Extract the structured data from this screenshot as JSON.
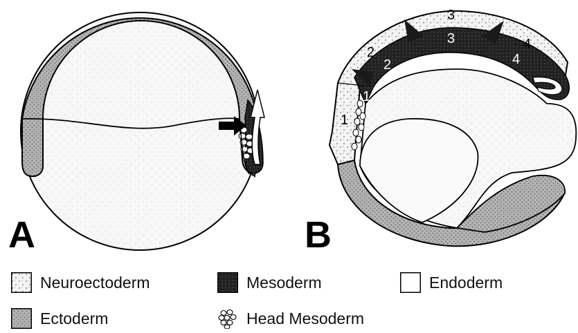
{
  "panels": {
    "a_label": "A",
    "b_label": "B"
  },
  "region_numbers": {
    "neuro": [
      "1",
      "2",
      "3",
      "4"
    ],
    "meso": [
      "1",
      "2",
      "3",
      "4"
    ]
  },
  "legend": {
    "neuroectoderm": "Neuroectoderm",
    "mesoderm": "Mesoderm",
    "endoderm": "Endoderm",
    "ectoderm": "Ectoderm",
    "head_mesoderm": "Head Mesoderm"
  },
  "colors": {
    "neuroectoderm_fill": "#f1f1f1",
    "ectoderm_fill": "#b9b9b9",
    "mesoderm_fill": "#2a2a2a",
    "endoderm_fill": "#f6f6f6",
    "outline": "#000000"
  }
}
